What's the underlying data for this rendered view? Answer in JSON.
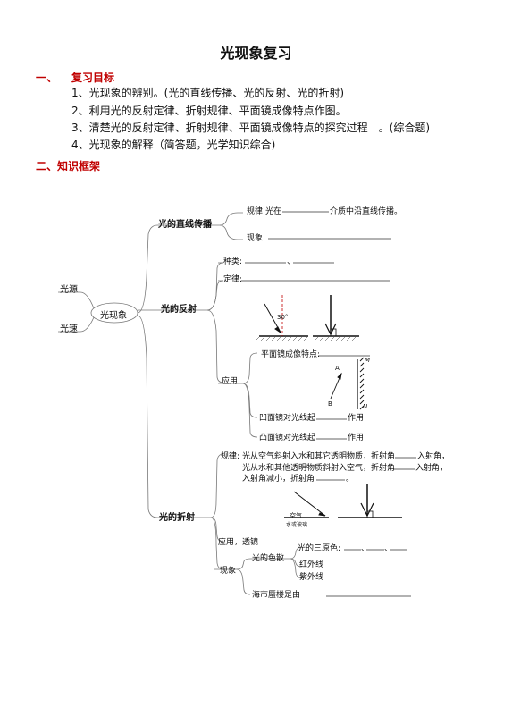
{
  "title": "光现象复习",
  "section1": {
    "num": "一、",
    "title": "复习目标"
  },
  "goals": [
    "1、光现象的辨别。(光的直线传播、光的反射、光的折射)",
    "2、利用光的反射定律、折射规律、平面镜成像特点作图。",
    "3、清楚光的反射定律、折射规律、平面镜成像特点的探究过程　。(综合题)",
    "4、光现象的解释（简答题，光学知识综合)"
  ],
  "section2": "二、知识框架",
  "map": {
    "source": "光源",
    "speed": "光速",
    "center": "光现象",
    "straight": {
      "title": "光的直线传播",
      "law_prefix": "规律:光在",
      "law_suffix": "介质中沿直线传播。",
      "phenomenon": "现象:"
    },
    "reflection": {
      "title": "光的反射",
      "kinds": "种类:",
      "kinds_sep": "、",
      "law": "定律:",
      "angle": "30°",
      "application": "应用",
      "mirror": "平面镜成像特点:",
      "point_a": "A",
      "point_b": "B",
      "mirror_m": "M",
      "mirror_n": "N",
      "concave_prefix": "凹面镜对光线起",
      "concave_suffix": "作用",
      "convex_prefix": "凸面镜对光线起",
      "convex_suffix": "作用"
    },
    "refraction": {
      "title": "光的折射",
      "law_label": "规律:",
      "law_line1_a": "光从空气斜射入水和其它透明物质，折射角",
      "law_line1_b": "入射角，",
      "law_line2_a": "光从水和其他透明物质斜射入空气，折射角",
      "law_line2_b": "入射角，",
      "law_line3_a": "入射角减小，折射角",
      "law_line3_b": "。",
      "air": "空气",
      "water": "水或玻璃",
      "application": "应用，透镜",
      "phenomenon": "现象",
      "dispersion": "光的色散",
      "primaries": "光的三原色:",
      "primaries_sep1": "、",
      "primaries_sep2": "、",
      "infrared": "红外线",
      "ultraviolet": "紫外线",
      "mirage": "海市蜃楼是由"
    }
  }
}
